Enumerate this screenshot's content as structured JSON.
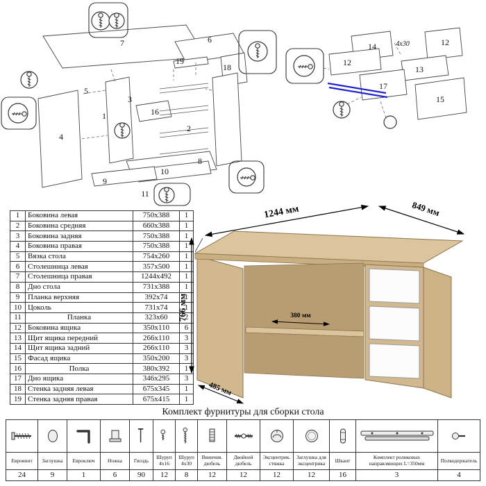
{
  "diagram": {
    "left_labels": [
      "7",
      "6",
      "19",
      "18",
      "5",
      "3",
      "16",
      "2",
      "1",
      "4",
      "10",
      "8",
      "9",
      "11"
    ],
    "right_labels": [
      "14",
      "12",
      "12",
      "13",
      "15",
      "17"
    ],
    "annotation": "4x30"
  },
  "desk": {
    "width": "1244 мм",
    "depth": "849 мм",
    "height": "766 мм",
    "shelf_depth": "380 мм",
    "side_depth": "485 мм"
  },
  "parts": {
    "rows": [
      {
        "num": "1",
        "name": "Боковина левая",
        "size": "750x388",
        "qty": "1"
      },
      {
        "num": "2",
        "name": "Боковина средняя",
        "size": "660x388",
        "qty": "1"
      },
      {
        "num": "3",
        "name": "Боковина задняя",
        "size": "750x388",
        "qty": "1"
      },
      {
        "num": "4",
        "name": "Боковина правая",
        "size": "750x388",
        "qty": "1"
      },
      {
        "num": "5",
        "name": "Вязка стола",
        "size": "754x260",
        "qty": "1"
      },
      {
        "num": "6",
        "name": "Столешница левая",
        "size": "357x500",
        "qty": "1"
      },
      {
        "num": "7",
        "name": "Столешница правая",
        "size": "1244x492",
        "qty": "1"
      },
      {
        "num": "8",
        "name": "Дно стола",
        "size": "731x388",
        "qty": "1"
      },
      {
        "num": "9",
        "name": "Планка верхняя",
        "size": "392x74",
        "qty": "1"
      },
      {
        "num": "10",
        "name": "Цоколь",
        "size": "731x74",
        "qty": "1"
      },
      {
        "num": "11",
        "name": "Планка",
        "size": "323x60",
        "qty": "2"
      },
      {
        "num": "12",
        "name": "Боковина ящика",
        "size": "350x110",
        "qty": "6"
      },
      {
        "num": "13",
        "name": "Щит ящика передний",
        "size": "266x110",
        "qty": "3"
      },
      {
        "num": "14",
        "name": "Щит ящика задний",
        "size": "266x110",
        "qty": "3"
      },
      {
        "num": "15",
        "name": "Фасад ящика",
        "size": "350x200",
        "qty": "3"
      },
      {
        "num": "16",
        "name": "Полка",
        "size": "380x392",
        "qty": "1"
      },
      {
        "num": "17",
        "name": "Дно ящика",
        "size": "346x295",
        "qty": "3"
      },
      {
        "num": "18",
        "name": "Стенка задняя левая",
        "size": "675x345",
        "qty": "1"
      },
      {
        "num": "19",
        "name": "Стенка задняя правая",
        "size": "675x415",
        "qty": "1"
      }
    ]
  },
  "hardware": {
    "title": "Комплект фурнитуры для сборки стола",
    "items": [
      {
        "label": "Евровинт",
        "qty": "24",
        "icon": "euroscrew-icon"
      },
      {
        "label": "Заглушка",
        "qty": "9",
        "icon": "cap-icon"
      },
      {
        "label": "Евроключ",
        "qty": "1",
        "icon": "hexkey-icon"
      },
      {
        "label": "Ножка",
        "qty": "6",
        "icon": "leg-icon"
      },
      {
        "label": "Гвоздь",
        "qty": "90",
        "icon": "nail-icon"
      },
      {
        "label": "Шуруп 4x16",
        "qty": "12",
        "icon": "screw-icon"
      },
      {
        "label": "Шуруп 4x30",
        "qty": "8",
        "icon": "screw-long-icon"
      },
      {
        "label": "Ввинчив. дюбель",
        "qty": "12",
        "icon": "dowel-screw-icon"
      },
      {
        "label": "Двойной дюбель",
        "qty": "12",
        "icon": "double-dowel-icon"
      },
      {
        "label": "Эксцентрик. стяжка",
        "qty": "12",
        "icon": "cam-icon"
      },
      {
        "label": "Заглушка для эксцентрика",
        "qty": "12",
        "icon": "cam-cap-icon"
      },
      {
        "label": "Шкант",
        "qty": "16",
        "icon": "dowel-icon"
      },
      {
        "label": "Комплект роликовых направляющих L=350мм",
        "qty": "3",
        "icon": "slides-icon"
      },
      {
        "label": "Полкодержатель",
        "qty": "4",
        "icon": "shelf-pin-icon"
      }
    ]
  }
}
